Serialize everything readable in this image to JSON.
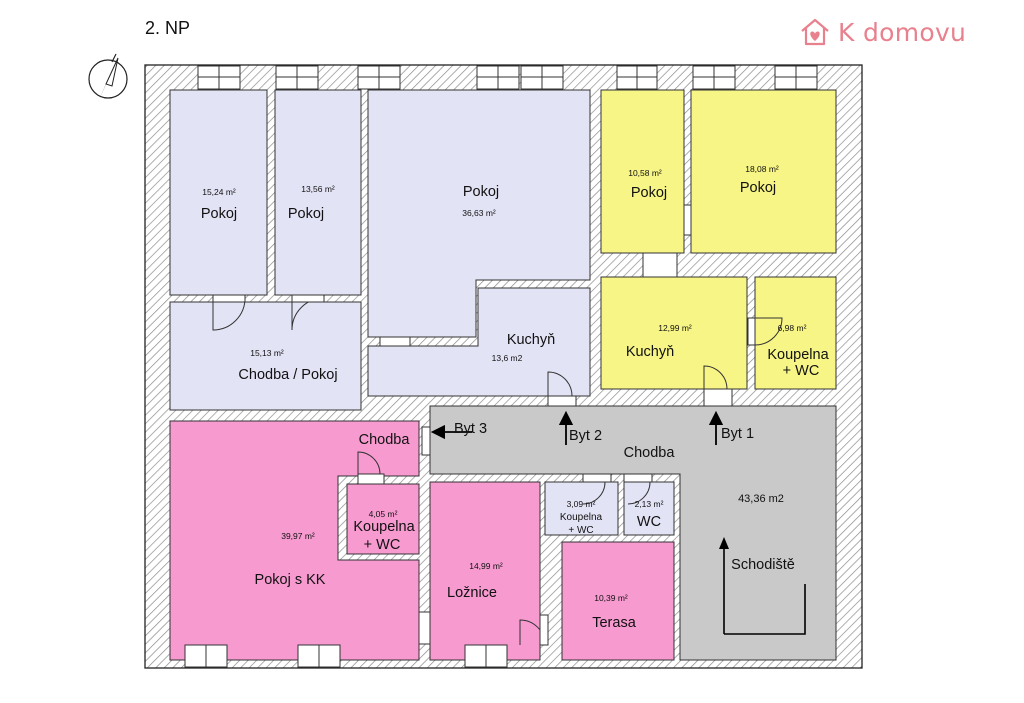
{
  "header": {
    "floor_title": "2. NP",
    "brand_name": "K domovu",
    "brand_color": "#e8818d",
    "logo_icon": "house-heart-icon",
    "compass_icon": "north-arrow-icon"
  },
  "legend_colors": {
    "unit_lavender": "#e3e3f6",
    "unit_yellow": "#f7f585",
    "unit_pink": "#f79ad0",
    "common_gray": "#c9c9c9",
    "wall_hatch": "#8c8c8c"
  },
  "rooms": {
    "pokoj_a": {
      "name": "Pokoj",
      "area": "15,24 m²"
    },
    "pokoj_b": {
      "name": "Pokoj",
      "area": "13,56 m²"
    },
    "pokoj_c": {
      "name": "Pokoj",
      "area": "36,63 m²"
    },
    "pokoj_d": {
      "name": "Pokoj",
      "area": "10,58 m²"
    },
    "pokoj_e": {
      "name": "Pokoj",
      "area": "18,08 m²"
    },
    "chodba_pokoj": {
      "name": "Chodba / Pokoj",
      "area": "15,13 m²"
    },
    "kuchyn_a": {
      "name": "Kuchyň",
      "area": "13,6 m2"
    },
    "kuchyn_b": {
      "name": "Kuchyň",
      "area": "12,99 m²"
    },
    "koupelna_a": {
      "name_1": "Koupelna",
      "name_2": "+ WC",
      "area": "6,98 m²"
    },
    "chodba_small": {
      "name": "Chodba"
    },
    "koupelna_b": {
      "name_1": "Koupelna",
      "name_2": "+ WC",
      "area": "4,05 m²"
    },
    "pokoj_kk": {
      "name": "Pokoj s KK",
      "area": "39,97 m²"
    },
    "loznice": {
      "name": "Ložnice",
      "area": "14,99 m²"
    },
    "koupelna_c": {
      "name_1": "Koupelna",
      "name_2": "+ WC",
      "area": "3,09 m²"
    },
    "wc": {
      "name": "WC",
      "area": "2,13 m²"
    },
    "terasa": {
      "name": "Terasa",
      "area": "10,39 m²"
    },
    "chodba_main": {
      "name": "Chodba"
    },
    "schodiste": {
      "name": "Schodiště",
      "area": "43,36 m2"
    }
  },
  "entrances": {
    "byt1": "Byt 1",
    "byt2": "Byt 2",
    "byt3": "Byt 3"
  }
}
